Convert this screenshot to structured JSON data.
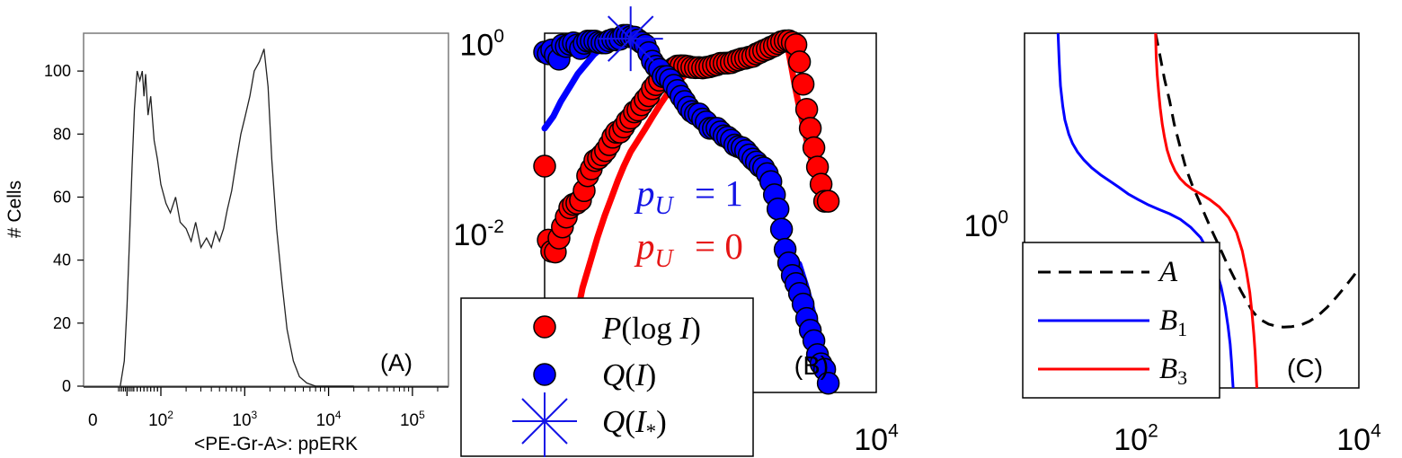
{
  "chart_data": [
    {
      "panel": "A",
      "type": "line",
      "panel_label": "(A)",
      "ylabel": "# Cells",
      "xlabel": "<PE-Gr-A>: ppERK",
      "yticks": [
        "0",
        "20",
        "40",
        "60",
        "80",
        "100"
      ],
      "ylim": [
        0,
        112
      ],
      "xticks": [
        {
          "value": 0,
          "base": "0",
          "exp": ""
        },
        {
          "value": 100,
          "base": "10",
          "exp": "2"
        },
        {
          "value": 1000,
          "base": "10",
          "exp": "3"
        },
        {
          "value": 10000,
          "base": "10",
          "exp": "4"
        },
        {
          "value": 100000,
          "base": "10",
          "exp": "5"
        }
      ],
      "x_scale": "biexponential",
      "series": [
        {
          "x": [
            -20,
            -8,
            0,
            8,
            15,
            22,
            30,
            38,
            45,
            50,
            55,
            62,
            70,
            80,
            90,
            100,
            115,
            130,
            150,
            170,
            200,
            230,
            260,
            300,
            350,
            400,
            450,
            500,
            560,
            620,
            700,
            800,
            900,
            1000,
            1150,
            1300,
            1500,
            1700,
            1900,
            2100,
            2400,
            2800,
            3200,
            3800,
            4500,
            5500,
            7000,
            9000,
            12000,
            20000
          ],
          "y": [
            0,
            8,
            25,
            48,
            70,
            88,
            100,
            97,
            100,
            92,
            99,
            86,
            92,
            78,
            72,
            64,
            58,
            55,
            60,
            52,
            50,
            46,
            52,
            44,
            47,
            44,
            49,
            46,
            50,
            56,
            62,
            72,
            80,
            85,
            92,
            100,
            103,
            107,
            95,
            72,
            50,
            32,
            18,
            8,
            3,
            1,
            0,
            0,
            0,
            0
          ]
        }
      ]
    },
    {
      "panel": "B",
      "type": "scatter",
      "panel_label": "(B)",
      "x_scale": "log",
      "y_scale": "log",
      "xlim": [
        10,
        10000
      ],
      "ylim": [
        0.0002,
        1.2
      ],
      "yticks": [
        {
          "value": 1,
          "base": "10",
          "exp": "0"
        },
        {
          "value": 0.01,
          "base": "10",
          "exp": "-2"
        }
      ],
      "xticks": [
        {
          "value": 10000,
          "base": "10",
          "exp": "4"
        }
      ],
      "annotations": [
        {
          "text": "p_U = 1",
          "color": "#1414e6"
        },
        {
          "text": "p_U = 0",
          "color": "#e61414"
        }
      ],
      "legend": {
        "placement": "bottom-left",
        "entries": [
          "P(log I)",
          "Q(I)",
          "Q(I*)"
        ]
      },
      "series": [
        {
          "name": "P(log I)",
          "color": "#ff0000",
          "marker": "circle",
          "x": [
            10,
            10.8,
            11.6,
            12.5,
            13.5,
            14.5,
            15.7,
            16.9,
            18.2,
            19.6,
            21.1,
            22.8,
            24.5,
            26.4,
            28.5,
            30.7,
            33.1,
            35.6,
            38.4,
            41.4,
            44.6,
            48.1,
            51.8,
            55.8,
            60.2,
            64.9,
            69.9,
            75.3,
            81.2,
            87.5,
            94.3,
            101.6,
            109.5,
            118,
            127.2,
            137.1,
            147.7,
            159.2,
            171.5,
            184.8,
            199.2,
            214.7,
            231.3,
            249.3,
            268.6,
            289.5,
            312,
            336.2,
            362.3,
            390.4,
            420.7,
            453.4,
            488.6,
            526.5,
            567.4,
            611.4,
            658.9,
            710,
            765.1,
            824.5,
            888.5,
            957.5,
            1031.8,
            1111.9,
            1198.2,
            1291.2,
            1391.5,
            1499.5,
            1615.9,
            1741.4,
            1876.5,
            2022.2,
            2179.2,
            2348.4,
            2530.7,
            2727.2,
            2938.9,
            3167,
            3412.9,
            3677.8
          ],
          "y": [
            0.048,
            0.008,
            0.0061,
            0.006,
            0.0084,
            0.011,
            0.014,
            0.0175,
            0.019,
            0.0196,
            0.021,
            0.0265,
            0.038,
            0.045,
            0.055,
            0.058,
            0.0632,
            0.07,
            0.0808,
            0.0968,
            0.109,
            0.1095,
            0.124,
            0.142,
            0.154,
            0.1785,
            0.187,
            0.2119,
            0.2401,
            0.2639,
            0.3132,
            0.3456,
            0.3845,
            0.4238,
            0.4488,
            0.4855,
            0.5148,
            0.5423,
            0.5465,
            0.5442,
            0.5365,
            0.5252,
            0.5203,
            0.5227,
            0.5184,
            0.5252,
            0.5324,
            0.5472,
            0.5597,
            0.5787,
            0.5799,
            0.5824,
            0.5895,
            0.6121,
            0.6293,
            0.6475,
            0.6537,
            0.6734,
            0.6863,
            0.7261,
            0.7536,
            0.7862,
            0.814,
            0.8539,
            0.8853,
            0.935,
            0.9767,
            0.9972,
            1.0,
            0.9583,
            0.9094,
            0.6,
            0.35,
            0.19,
            0.12,
            0.075,
            0.047,
            0.031,
            0.0205,
            0.0205
          ]
        },
        {
          "name": "Q(I)",
          "color": "#0000ff",
          "marker": "circle",
          "x": [
            10,
            10.8,
            11.6,
            12.5,
            13.5,
            14.5,
            15.7,
            16.9,
            18.2,
            19.6,
            21.1,
            22.8,
            24.5,
            26.4,
            28.5,
            30.7,
            33.1,
            35.6,
            38.4,
            41.4,
            44.6,
            48.1,
            51.8,
            55.8,
            60.2,
            64.9,
            69.9,
            75.3,
            81.2,
            87.5,
            94.3,
            101.6,
            109.5,
            118,
            127.2,
            137.1,
            147.7,
            159.2,
            171.5,
            184.8,
            199.2,
            214.7,
            231.3,
            249.3,
            268.6,
            289.5,
            312,
            336.2,
            362.3,
            390.4,
            420.7,
            453.4,
            488.6,
            526.5,
            567.4,
            611.4,
            658.9,
            710,
            765.1,
            824.5,
            888.5,
            957.5,
            1031.8,
            1111.9,
            1198.2,
            1291.2,
            1391.5,
            1499.5,
            1615.9,
            1741.4,
            1876.5,
            2022.2,
            2179.2,
            2348.4,
            2530.7,
            2727.2,
            2938.9,
            3167,
            3412.9,
            3677.8
          ],
          "y": [
            0.76,
            0.73,
            0.8,
            0.71,
            0.64,
            0.9,
            0.87,
            0.92,
            0.95,
            0.9,
            0.83,
            0.94,
            0.99,
            0.99,
            0.99,
            0.96,
            0.95,
            0.95,
            1.0,
            1.03,
            1.02,
            1.04,
            1.14,
            1.14,
            1.1,
            1.09,
            1.02,
            0.96,
            0.9,
            0.75,
            0.61,
            0.54,
            0.5,
            0.42,
            0.42,
            0.39,
            0.34,
            0.3,
            0.26,
            0.23,
            0.2,
            0.18,
            0.17,
            0.17,
            0.15,
            0.14,
            0.12,
            0.12,
            0.12,
            0.11,
            0.1,
            0.097,
            0.09,
            0.08,
            0.077,
            0.075,
            0.07,
            0.063,
            0.057,
            0.053,
            0.048,
            0.046,
            0.04,
            0.033,
            0.024,
            0.017,
            0.0104,
            0.0064,
            0.0046,
            0.0034,
            0.0028,
            0.0022,
            0.0017,
            0.0012,
            0.0009,
            0.0007,
            0.0005,
            0.0004,
            0.00035,
            0.00025
          ]
        },
        {
          "name": "Q(I*)",
          "color": "#1414e6",
          "marker": "asterisk",
          "x": [
            60
          ],
          "y": [
            1.05
          ]
        }
      ],
      "fits": [
        {
          "color": "#ff0000",
          "x": [
            16,
            19,
            22,
            26,
            30,
            35,
            40,
            46,
            52,
            60,
            70,
            80,
            95,
            110,
            130,
            150,
            180,
            210,
            250,
            300,
            360,
            430,
            520,
            620,
            740,
            880,
            1000,
            1100,
            1200,
            1350,
            1450,
            1530,
            1600,
            1700,
            1850,
            2050,
            2300,
            2600,
            3000,
            3400
          ],
          "y": [
            0.0004,
            0.0011,
            0.0025,
            0.0048,
            0.0085,
            0.0145,
            0.022,
            0.034,
            0.048,
            0.068,
            0.09,
            0.115,
            0.16,
            0.21,
            0.28,
            0.34,
            0.42,
            0.48,
            0.52,
            0.53,
            0.55,
            0.58,
            0.61,
            0.65,
            0.7,
            0.76,
            0.82,
            0.87,
            0.93,
            0.99,
            1.0,
            0.95,
            0.8,
            0.55,
            0.32,
            0.18,
            0.1,
            0.055,
            0.03,
            0.02
          ]
        },
        {
          "color": "#0000ff",
          "x": [
            10,
            12,
            14,
            17,
            20,
            24,
            28,
            33,
            38,
            44,
            50,
            58,
            66,
            75
          ],
          "y": [
            0.12,
            0.16,
            0.23,
            0.33,
            0.45,
            0.58,
            0.72,
            0.84,
            0.93,
            0.99,
            1.02,
            1.03,
            1.0,
            0.95
          ]
        },
        {
          "color": "#0000ff",
          "x": [
            2000,
            2300,
            2600,
            2900,
            3200,
            3500,
            3700
          ],
          "y": [
            0.0045,
            0.0027,
            0.0016,
            0.00095,
            0.00058,
            0.00036,
            0.00027
          ]
        }
      ]
    },
    {
      "panel": "C",
      "type": "line",
      "panel_label": "(C)",
      "x_scale": "log",
      "y_scale": "log",
      "xlim": [
        10,
        10000
      ],
      "ylim": [
        0.0011,
        1000
      ],
      "xticks": [
        {
          "value": 100,
          "base": "10",
          "exp": "2"
        },
        {
          "value": 10000,
          "base": "10",
          "exp": "4"
        }
      ],
      "yticks": [
        {
          "value": 1,
          "base": "10",
          "exp": "0"
        }
      ],
      "legend": {
        "placement": "bottom-left",
        "entries": [
          "A",
          "B_1",
          "B_3"
        ]
      },
      "series": [
        {
          "name": "A",
          "color": "#000000",
          "dash": "dashed",
          "x": [
            150,
            165,
            180,
            200,
            220,
            250,
            280,
            320,
            370,
            420,
            480,
            560,
            650,
            760,
            880,
            1000,
            1100,
            1200,
            1350,
            1550,
            1800,
            2100,
            2500,
            3000,
            3600,
            4300,
            5200,
            6300,
            7500,
            8700,
            10000
          ],
          "y": [
            1000,
            400,
            170,
            75,
            30,
            12,
            5.5,
            2.8,
            1.5,
            0.85,
            0.48,
            0.26,
            0.14,
            0.078,
            0.046,
            0.03,
            0.022,
            0.018,
            0.015,
            0.013,
            0.012,
            0.0116,
            0.0118,
            0.0125,
            0.0145,
            0.018,
            0.025,
            0.037,
            0.055,
            0.078,
            0.11
          ]
        },
        {
          "name": "B_1",
          "color": "#0000ff",
          "dash": "solid",
          "x": [
            20,
            20.5,
            21,
            22,
            23,
            25,
            27,
            30,
            34,
            40,
            48,
            58,
            70,
            85,
            105,
            130,
            160,
            200,
            250,
            310,
            380,
            450,
            520,
            580,
            630,
            670,
            700,
            720,
            735,
            745
          ],
          "y": [
            1000,
            300,
            130,
            60,
            35,
            20,
            14,
            10,
            7.5,
            5.5,
            4.2,
            3.3,
            2.6,
            2.0,
            1.6,
            1.3,
            1.1,
            0.93,
            0.75,
            0.55,
            0.37,
            0.21,
            0.11,
            0.055,
            0.026,
            0.012,
            0.006,
            0.003,
            0.0016,
            0.0011
          ]
        },
        {
          "name": "B_3",
          "color": "#ff0000",
          "dash": "solid",
          "x": [
            150,
            152,
            155,
            160,
            165,
            172,
            180,
            190,
            205,
            225,
            250,
            280,
            320,
            380,
            460,
            560,
            680,
            800,
            900,
            980,
            1050,
            1100,
            1140,
            1170,
            1190,
            1205,
            1215
          ],
          "y": [
            1000,
            400,
            200,
            100,
            55,
            30,
            18,
            11,
            7,
            4.8,
            3.6,
            2.9,
            2.4,
            2.0,
            1.6,
            1.2,
            0.8,
            0.45,
            0.22,
            0.1,
            0.045,
            0.02,
            0.009,
            0.0045,
            0.0025,
            0.0015,
            0.0011
          ]
        }
      ]
    }
  ]
}
